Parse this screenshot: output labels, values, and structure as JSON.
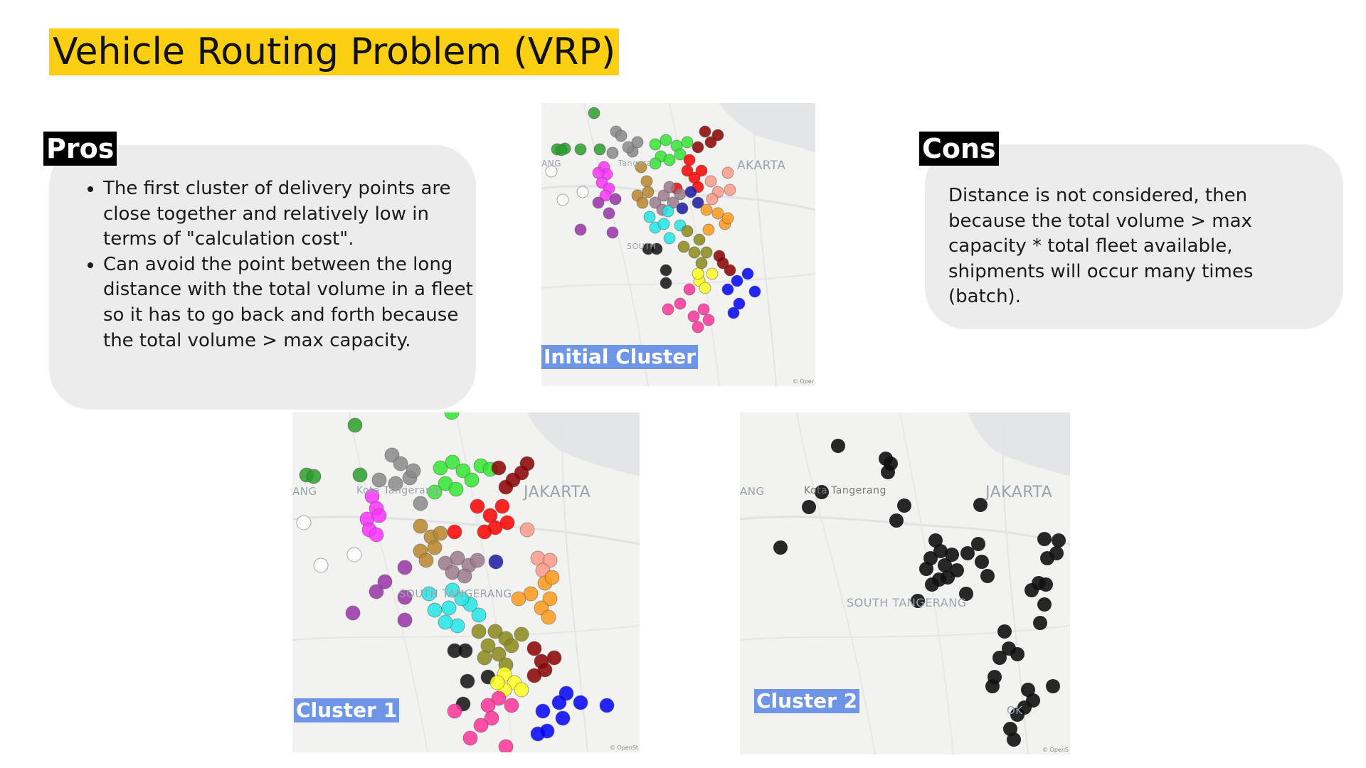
{
  "title": "Vehicle Routing Problem (VRP)",
  "pros": {
    "heading": "Pros",
    "items": [
      "The first cluster of delivery points are close together and relatively low in terms of \"calculation cost\".",
      "Can avoid the point between the long distance with the total volume in a fleet so it has to go back and forth because the total volume > max capacity."
    ]
  },
  "cons": {
    "heading": "Cons",
    "text": "Distance is not considered, then because the total volume > max capacity * total fleet available, shipments will occur many times (batch)."
  },
  "maps": {
    "initial": {
      "label": "Initial Cluster",
      "places": [
        "ANG",
        "Tangeran",
        "AKARTA",
        "SOUTH"
      ],
      "attribution": "© Oper"
    },
    "cluster1": {
      "label": "Cluster 1",
      "places": [
        "ANG",
        "Kota Tangerang",
        "JAKARTA",
        "SOUTH TANGERANG"
      ],
      "attribution": "© OpenSt"
    },
    "cluster2": {
      "label": "Cluster 2",
      "places": [
        "ANG",
        "Kota Tangerang",
        "JAKARTA",
        "SOUTH TANGERANG",
        "OK"
      ],
      "attribution": "© OpenS"
    }
  },
  "colors": {
    "title_highlight": "#fdcf13",
    "panel_bg": "#ececec",
    "map_label_bg": "#6f95e6",
    "cluster_palette": [
      "#2a9d2a",
      "#8a8a8a",
      "#ff33ff",
      "#33e633",
      "#ff0000",
      "#8b0000",
      "#b8862b",
      "#9c7a8c",
      "#1a1aa0",
      "#ff9a8a",
      "#ff9a1a",
      "#22e6e6",
      "#8a8a1a",
      "#111111",
      "#9933a8",
      "#ffff22",
      "#ff3399",
      "#0000ff"
    ]
  }
}
